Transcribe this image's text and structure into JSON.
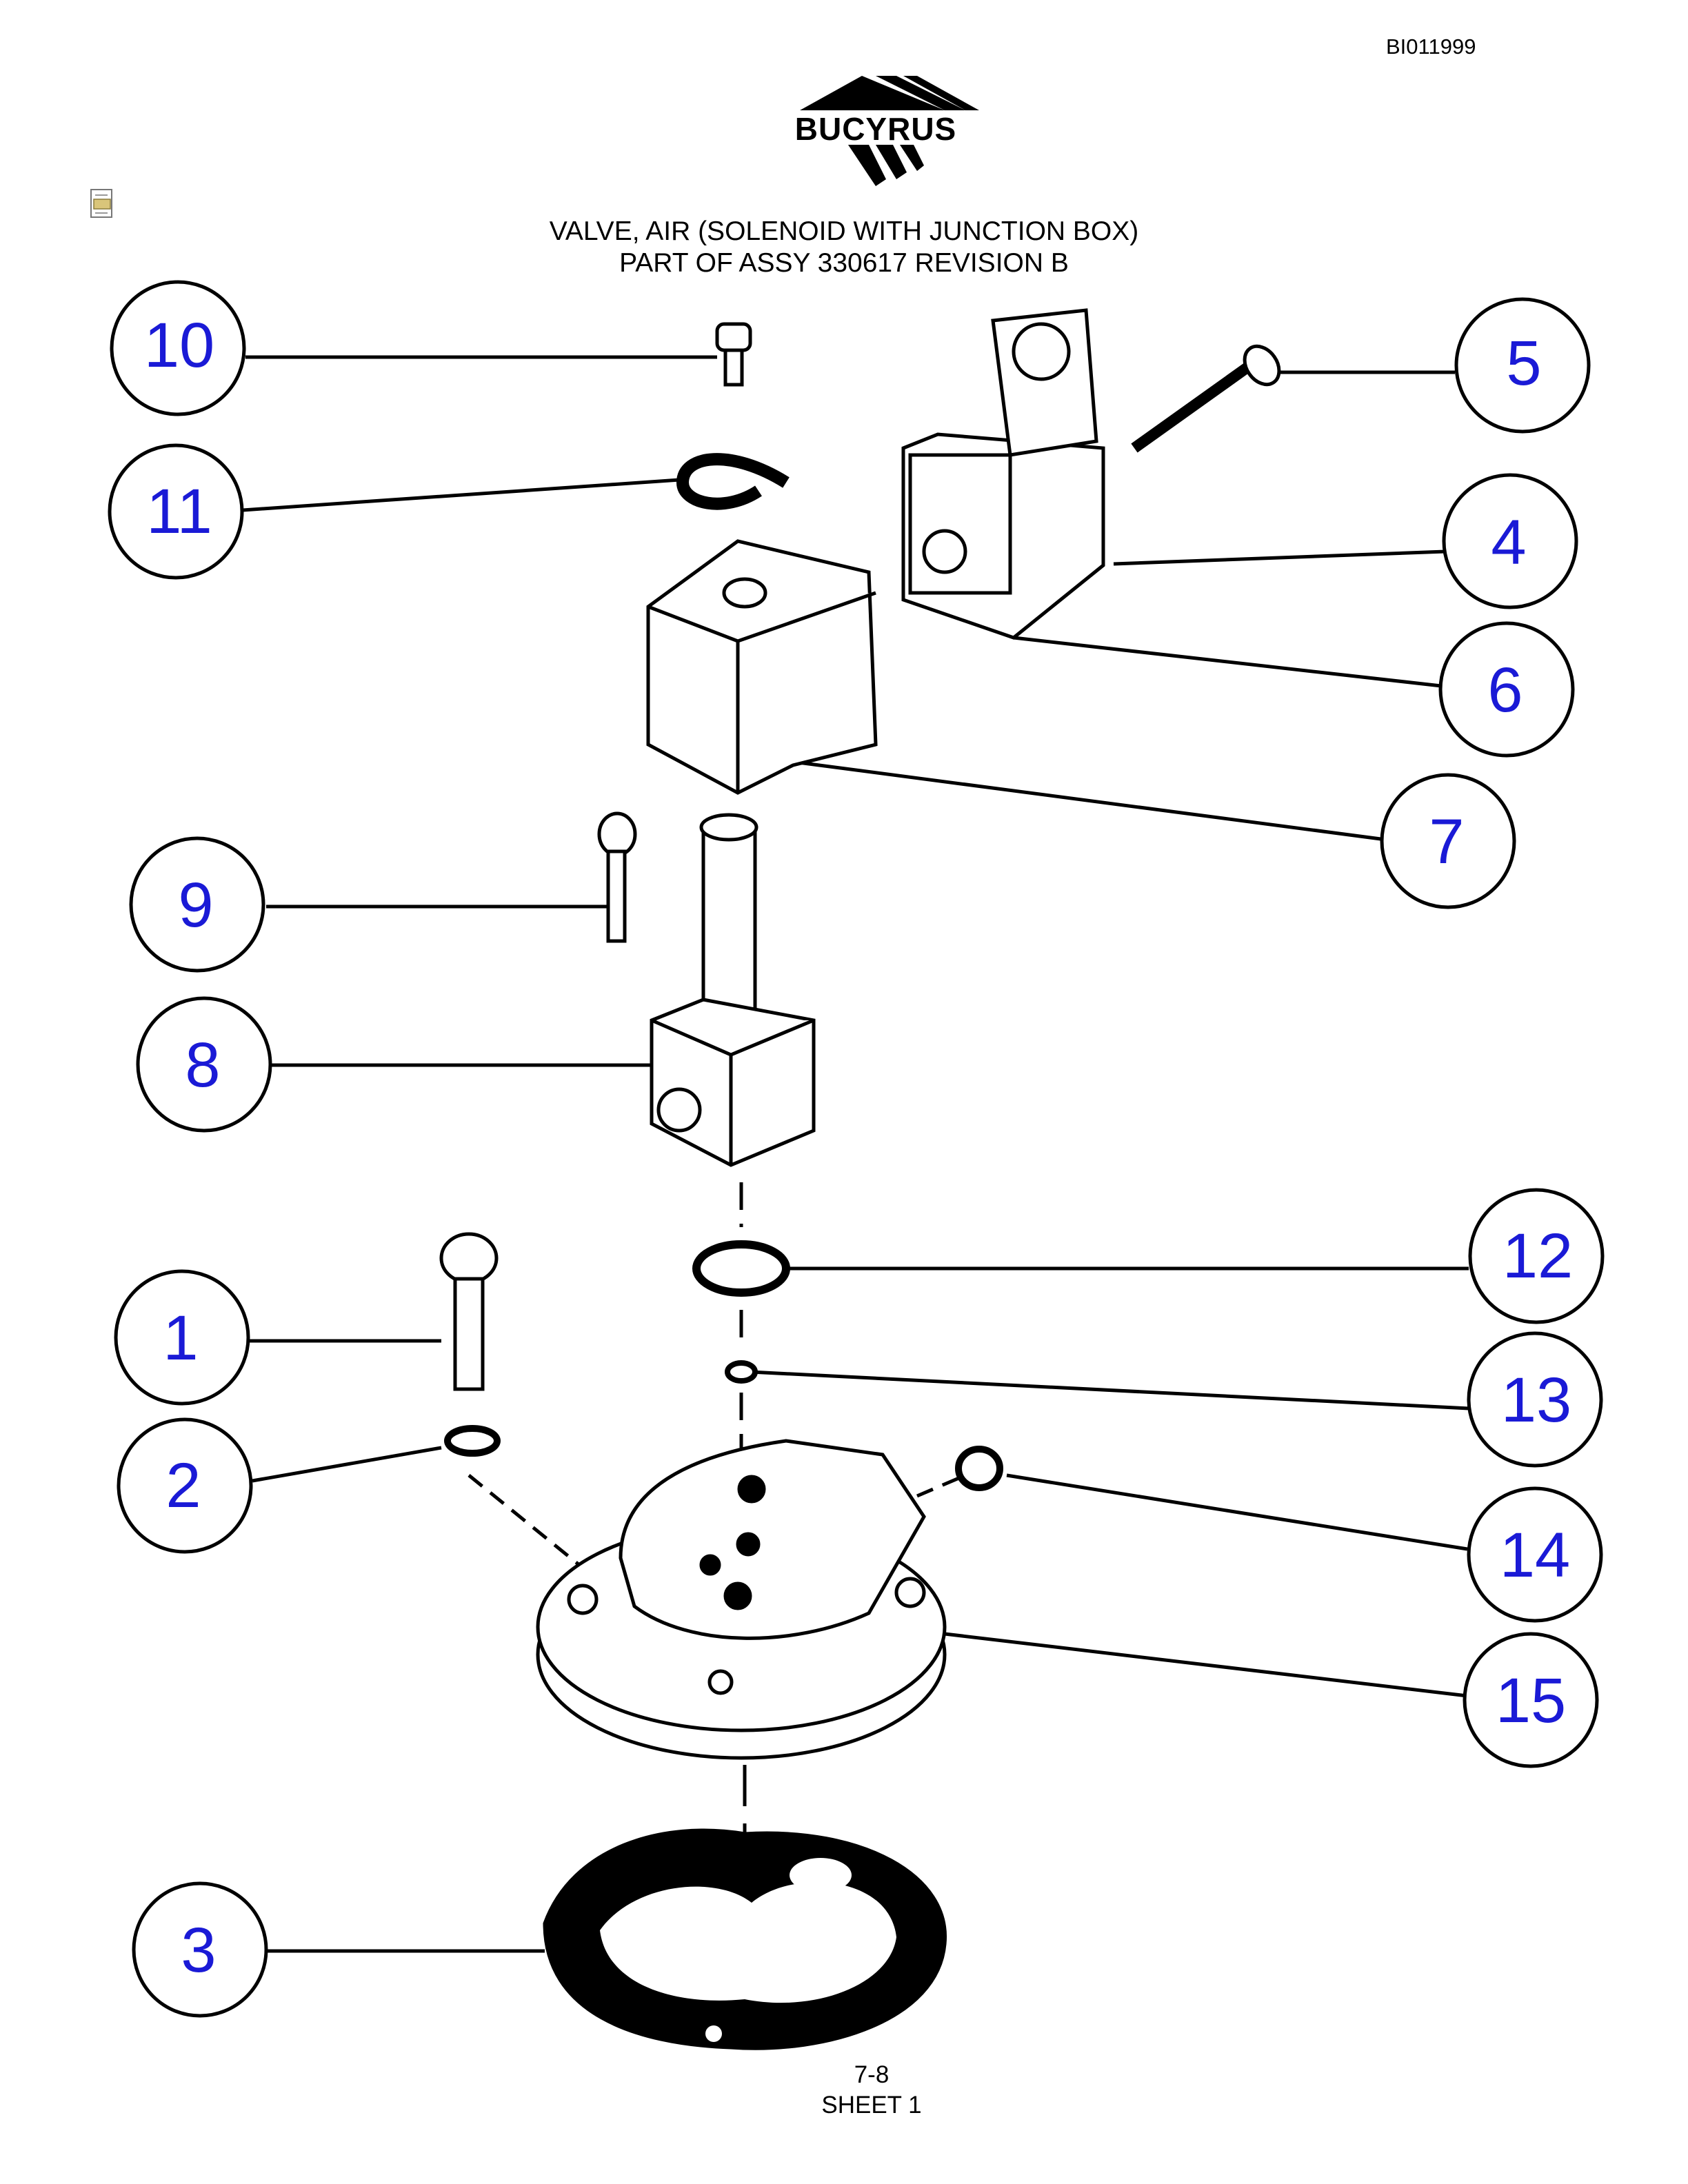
{
  "header": {
    "doc_id": "BI011999",
    "logo_text": "BUCYRUS",
    "title_line1": "VALVE, AIR (SOLENOID WITH JUNCTION BOX)",
    "title_line2": "PART OF ASSY 330617 REVISION B"
  },
  "callouts": [
    {
      "number": "1"
    },
    {
      "number": "2"
    },
    {
      "number": "3"
    },
    {
      "number": "4"
    },
    {
      "number": "5"
    },
    {
      "number": "6"
    },
    {
      "number": "7"
    },
    {
      "number": "8"
    },
    {
      "number": "9"
    },
    {
      "number": "10"
    },
    {
      "number": "11"
    },
    {
      "number": "12"
    },
    {
      "number": "13"
    },
    {
      "number": "14"
    },
    {
      "number": "15"
    }
  ],
  "footer": {
    "page": "7-8",
    "sheet": "SHEET 1"
  },
  "colors": {
    "callout_text": "#1a1ad6",
    "line": "#000000"
  }
}
